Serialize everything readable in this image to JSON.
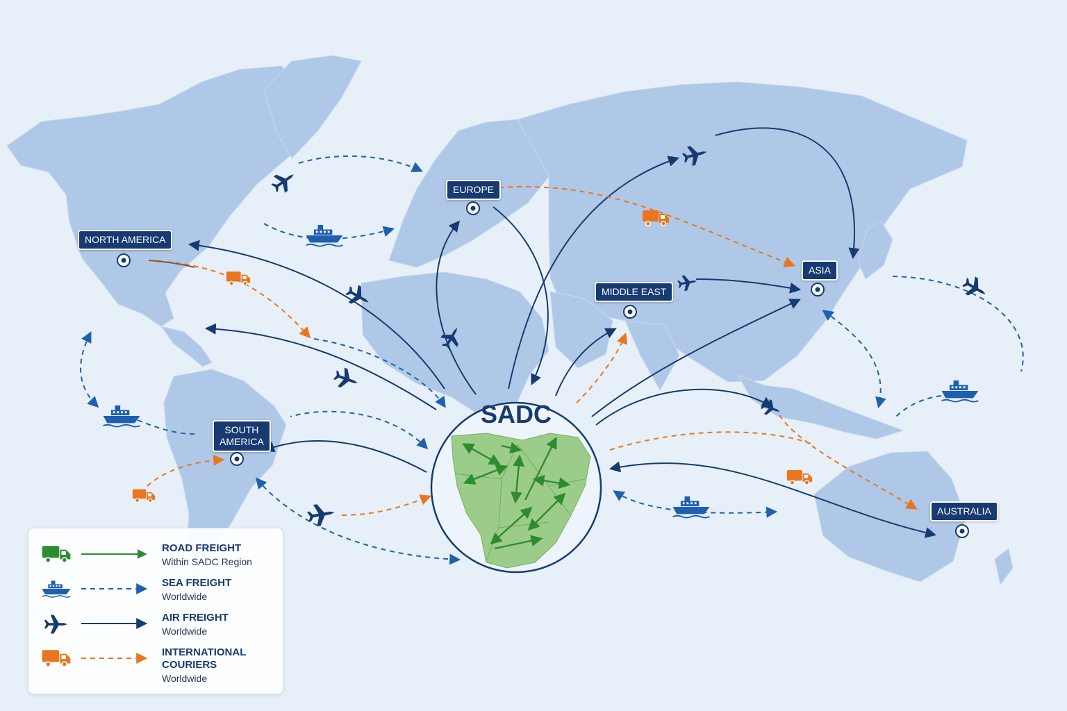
{
  "map": {
    "hub": "SADC",
    "regions": {
      "north_america": "NORTH AMERICA",
      "south_america": "SOUTH\nAMERICA",
      "europe": "EUROPE",
      "middle_east": "MIDDLE EAST",
      "asia": "ASIA",
      "australia": "AUSTRALIA"
    }
  },
  "legend": {
    "road": {
      "title": "ROAD FREIGHT",
      "sub": "Within SADC Region",
      "icon": "truck-icon",
      "color": "#2e8b2e"
    },
    "sea": {
      "title": "SEA FREIGHT",
      "sub": "Worldwide",
      "icon": "ship-icon",
      "color": "#1f5fb0"
    },
    "air": {
      "title": "AIR FREIGHT",
      "sub": "Worldwide",
      "icon": "plane-icon",
      "color": "#173a72"
    },
    "courier": {
      "title": "INTERNATIONAL\nCOURIERS",
      "sub": "Worldwide",
      "icon": "truck-icon",
      "color": "#e8761f"
    }
  },
  "colors": {
    "background": "#e7eff8",
    "land": "#a9c4e6",
    "hub_land": "#9ccc8a",
    "air": "#173a72",
    "sea": "#1f5fb0",
    "road": "#2e8b2e",
    "courier": "#e8761f"
  }
}
